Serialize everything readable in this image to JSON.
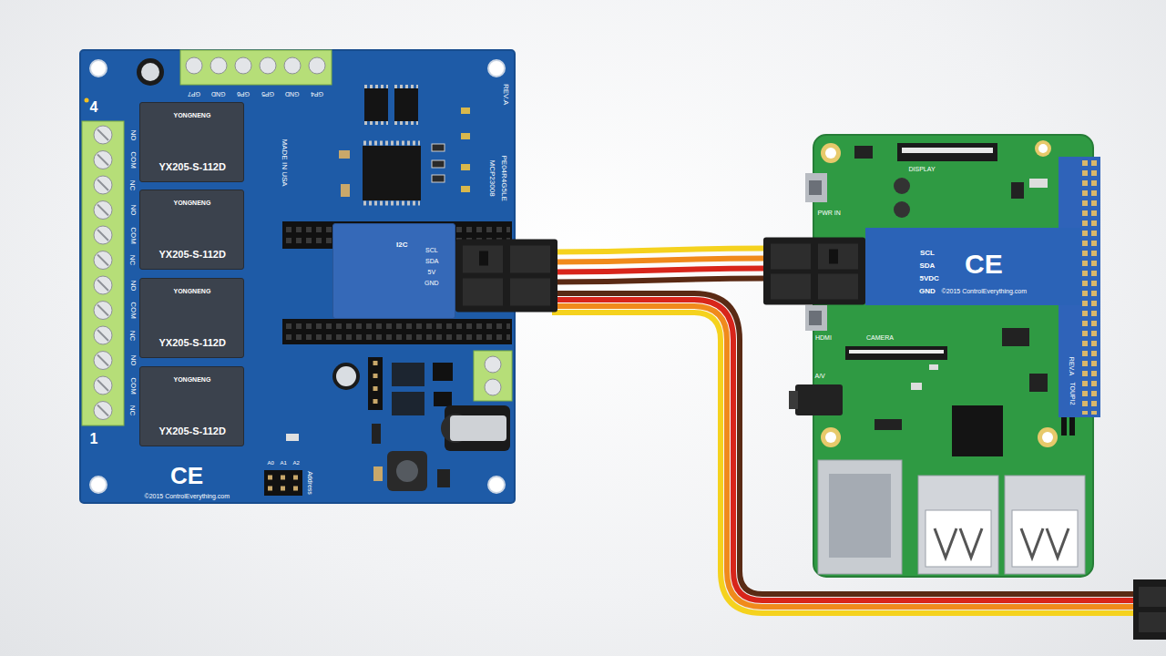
{
  "diagram": {
    "nodes": [
      {
        "text": [
          "CE",
          "©2015 ControlEverything.com"
        ]
      },
      {
        "text": [
          "YONGNENG",
          "YX205-S-112D"
        ],
        "in": 0
      },
      {
        "text": [
          "YONGNENG",
          "YX205-S-112D"
        ],
        "in": 0
      },
      {
        "text": [
          "YONGNENG",
          "YX205-S-112D"
        ],
        "in": 0
      },
      {
        "text": [
          "YONGNENG",
          "YX205-S-112D"
        ],
        "in": 0
      },
      {
        "text": [
          "I2C"
        ],
        "in": 0
      },
      {
        "text": [
          "DISPLAY"
        ]
      },
      {
        "text": [
          "CE",
          "©2015 ControlEverything.com"
        ],
        "in": 6
      }
    ],
    "edges": [
      {
        "from": 5,
        "to": 7,
        "arrow": "none"
      }
    ],
    "labels": [
      "4",
      "1",
      "NO",
      "COM",
      "NC",
      "NO",
      "COM",
      "NC",
      "NO",
      "COM",
      "NC",
      "NO",
      "COM",
      "NC",
      "GP7",
      "GND",
      "GP6",
      "GP5",
      "GND",
      "GP4",
      "MADE IN USA",
      "MCP23008",
      "PE04R4G5LE",
      "REV.A",
      "A0",
      "A1",
      "A2",
      "Address",
      "SCL",
      "SDA",
      "5V",
      "GND",
      "PWR IN",
      "HDMI",
      "CAMERA",
      "A/V",
      "SCL",
      "SDA",
      "5VDC",
      "GND",
      "REV.A",
      "TOUPI2"
    ]
  }
}
